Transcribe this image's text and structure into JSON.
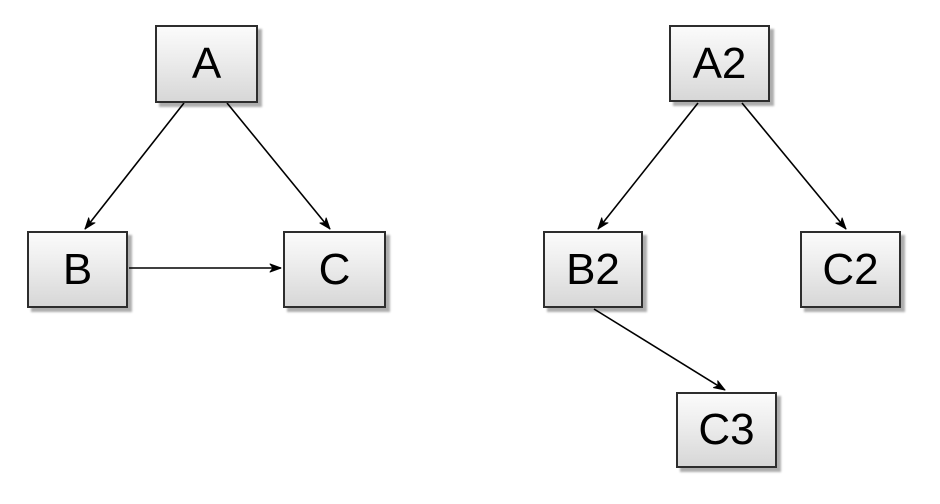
{
  "colors": {
    "background": "#ffffff",
    "node_fill_top": "#fbfbfb",
    "node_fill_bottom": "#d7d7d7",
    "node_border": "#2d2d2d",
    "node_shadow": "#b0b0b0",
    "edge": "#000000",
    "label": "#000000"
  },
  "nodes": {
    "a": {
      "label": "A"
    },
    "b": {
      "label": "B"
    },
    "c": {
      "label": "C"
    },
    "a2": {
      "label": "A2"
    },
    "b2": {
      "label": "B2"
    },
    "c2": {
      "label": "C2"
    },
    "c3": {
      "label": "C3"
    }
  },
  "edges": [
    {
      "from": "A",
      "to": "B",
      "arrow": "filled-classic"
    },
    {
      "from": "A",
      "to": "C",
      "arrow": "filled-classic"
    },
    {
      "from": "B",
      "to": "C",
      "arrow": "filled-classic"
    },
    {
      "from": "A2",
      "to": "B2",
      "arrow": "filled-classic"
    },
    {
      "from": "A2",
      "to": "C2",
      "arrow": "filled-classic"
    },
    {
      "from": "B2",
      "to": "C3",
      "arrow": "filled-classic"
    }
  ]
}
